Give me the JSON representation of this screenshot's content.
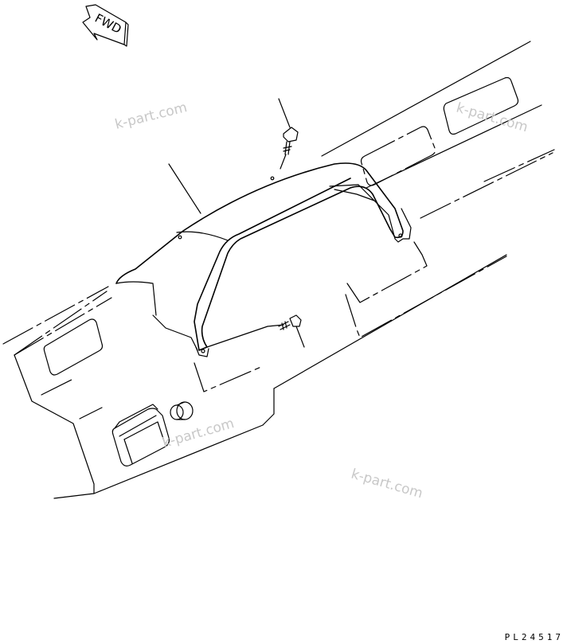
{
  "fwd_label": "FWD",
  "watermarks": [
    "k-part.com",
    "k-part.com",
    "k-part.com",
    "k-part.com"
  ],
  "drawing_code": "PL24517"
}
